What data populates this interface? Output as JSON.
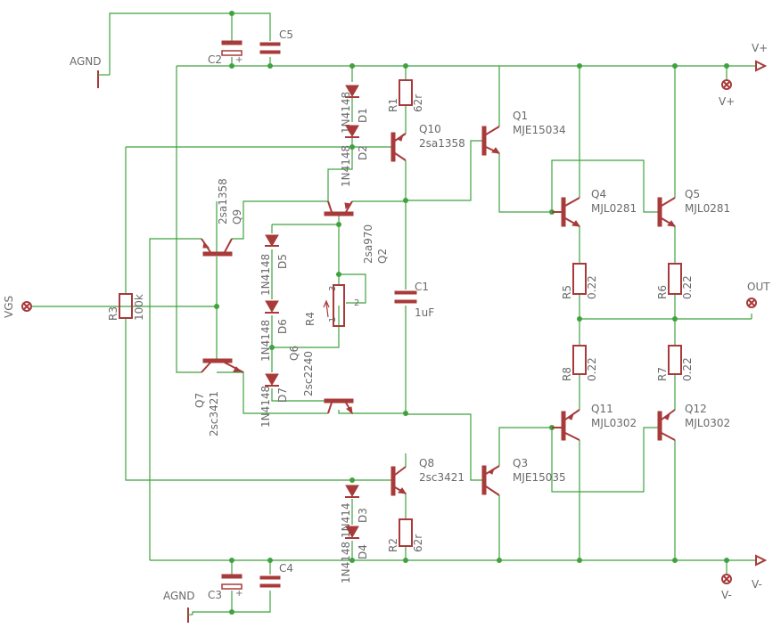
{
  "nets": {
    "agnd_top": "AGND",
    "agnd_bottom": "AGND",
    "vplus": "V+",
    "vplus_pin": "V+",
    "vminus": "V-",
    "vminus_pin": "V-",
    "vgs": "VGS",
    "out": "OUT"
  },
  "parts": {
    "c2": {
      "name": "C2"
    },
    "c5": {
      "name": "C5"
    },
    "c3": {
      "name": "C3"
    },
    "c4": {
      "name": "C4"
    },
    "c1": {
      "name": "C1",
      "value": "1uF"
    },
    "r1": {
      "name": "R1",
      "value": "62r"
    },
    "r2": {
      "name": "R2",
      "value": "62r"
    },
    "r3": {
      "name": "R3",
      "value": "100k"
    },
    "r4": {
      "name": "R4",
      "pin1": "1",
      "pin2": "2",
      "pin3": "3"
    },
    "r5": {
      "name": "R5",
      "value": "0.22"
    },
    "r6": {
      "name": "R6",
      "value": "0.22"
    },
    "r7": {
      "name": "R7",
      "value": "0.22"
    },
    "r8": {
      "name": "R8",
      "value": "0.22"
    },
    "d1": {
      "name": "D1",
      "value": "1N4148"
    },
    "d2": {
      "name": "D2",
      "value": "1N4148"
    },
    "d3": {
      "name": "D3",
      "value": "1N414"
    },
    "d4": {
      "name": "D4",
      "value": "1N4148"
    },
    "d5": {
      "name": "D5",
      "value": "1N4148"
    },
    "d6": {
      "name": "D6",
      "value": "1N4148"
    },
    "d7": {
      "name": "D7",
      "value": "1N4148"
    },
    "q1": {
      "name": "Q1",
      "value": "MJE15034"
    },
    "q2": {
      "name": "Q2",
      "value": "2sa970"
    },
    "q3": {
      "name": "Q3",
      "value": "MJE15035"
    },
    "q4": {
      "name": "Q4",
      "value": "MJL0281"
    },
    "q5": {
      "name": "Q5",
      "value": "MJL0281"
    },
    "q6": {
      "name": "Q6",
      "value": "2sc2240"
    },
    "q7": {
      "name": "Q7",
      "value": "2sc3421"
    },
    "q8": {
      "name": "Q8",
      "value": "2sc3421"
    },
    "q9": {
      "name": "Q9",
      "value": "2sa1358"
    },
    "q10": {
      "name": "Q10",
      "value": "2sa1358"
    },
    "q11": {
      "name": "Q11",
      "value": "MJL0302"
    },
    "q12": {
      "name": "Q12",
      "value": "MJL0302"
    }
  }
}
